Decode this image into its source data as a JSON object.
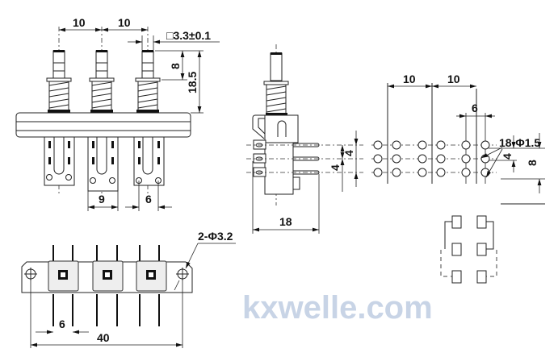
{
  "watermark": "kxwelle.com",
  "front_view": {
    "dim_pitch_1": "10",
    "dim_pitch_2": "10",
    "dim_plunger": "□3.3±0.1",
    "dim_travel": "8",
    "dim_height": "18.5",
    "dim_block_width": "9",
    "dim_hole_pitch": "6"
  },
  "side_view": {
    "dim_pin_pitch_a": "4",
    "dim_pin_pitch_b": "4",
    "dim_depth": "18"
  },
  "pcb_layout": {
    "dim_pitch_1": "10",
    "dim_pitch_2": "10",
    "dim_col": "6",
    "dim_holes": "18-Φ1.5",
    "dim_row": "4",
    "dim_rows_total": "8"
  },
  "bottom_view": {
    "dim_mount_holes": "2-Φ3.2",
    "dim_pin_pitch": "6",
    "dim_total": "40"
  }
}
